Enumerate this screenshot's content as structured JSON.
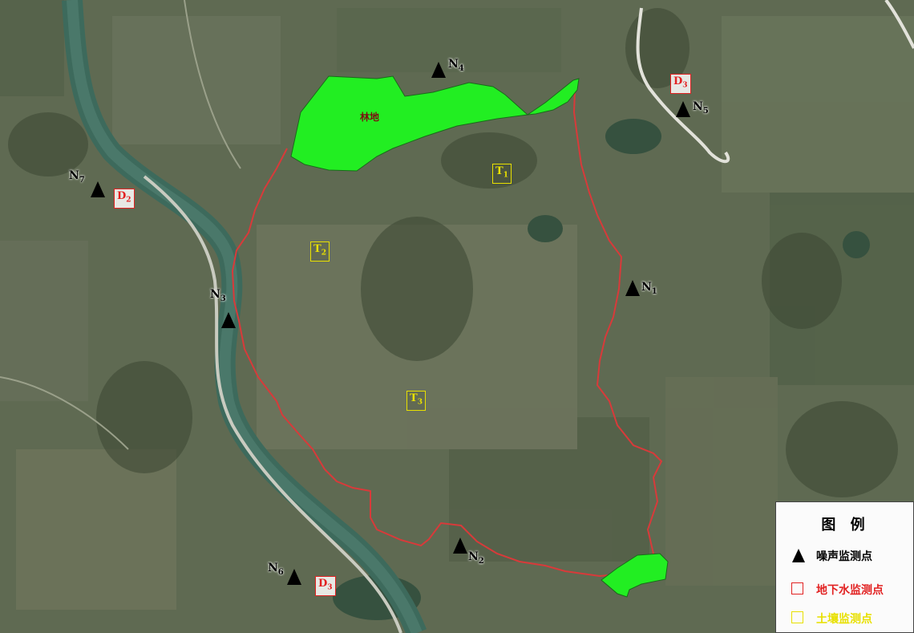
{
  "forest_label": "林地",
  "noise_points": [
    {
      "id": "n1",
      "main": "N",
      "sub": "1"
    },
    {
      "id": "n2",
      "main": "N",
      "sub": "2"
    },
    {
      "id": "n3",
      "main": "N",
      "sub": "3"
    },
    {
      "id": "n4",
      "main": "N",
      "sub": "4"
    },
    {
      "id": "n5",
      "main": "N",
      "sub": "5"
    },
    {
      "id": "n6",
      "main": "N",
      "sub": "6"
    },
    {
      "id": "n7",
      "main": "N",
      "sub": "7"
    }
  ],
  "groundwater_points": [
    {
      "id": "d-top",
      "main": "D",
      "sub": "3"
    },
    {
      "id": "d2",
      "main": "D",
      "sub": "2"
    },
    {
      "id": "d-bottom",
      "main": "D",
      "sub": "3"
    }
  ],
  "soil_points": [
    {
      "id": "t1",
      "main": "T",
      "sub": "1"
    },
    {
      "id": "t2",
      "main": "T",
      "sub": "2"
    },
    {
      "id": "t3",
      "main": "T",
      "sub": "3"
    }
  ],
  "legend": {
    "title": "图 例",
    "noise_label": "噪声监测点",
    "groundwater_label": "地下水监测点",
    "soil_label": "土壤监测点"
  },
  "colors": {
    "boundary": "#d83a3a",
    "forest_fill": "#22ee22",
    "groundwater_marker": "#e22222",
    "soil_marker": "#e8e000",
    "noise_marker": "#000000"
  }
}
